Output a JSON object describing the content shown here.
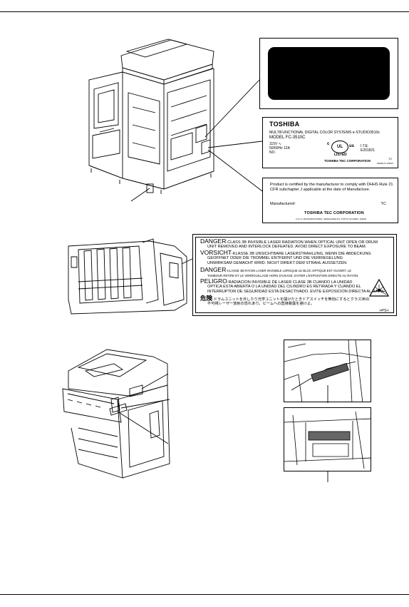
{
  "black_label": {},
  "rating_label": {
    "brand": "TOSHIBA",
    "description": "MULTIFUNCTIONAL DIGITAL COLOR SYSTEMS e-STUDIO3510c",
    "model": "MODEL FC-3510C",
    "voltage": "115V ∿",
    "frequency_current": "50/60Hz   12A",
    "number": "NO.",
    "ul_mark": "UL",
    "ul_c": "c",
    "ul_us": "us",
    "ul_listed": "LISTED",
    "te": "I.T.E.",
    "te_code": "E201821",
    "corporation": "TOSHIBA TEC CORPORATION",
    "tc": "TC",
    "tc_code": "MADE IN JAPAN"
  },
  "cert_label": {
    "text": "Product is certified by the manufacturer to comply with DHHS Rule 21 CFR subchapter J applicable at the date of Manufacture.",
    "manufactured": "Manufactured:",
    "tc": "TC",
    "corporation": "TOSHIBA TEC CORPORATION",
    "address": "2-17-2, HIGASHIGOTANDA, SHINAGAWA-KU, TOKYO 141-8664, JAPAN"
  },
  "laser_label": {
    "lines": [
      {
        "bold": "DANGER",
        "text": "-CLASS 3B INVISIBLE LASER RADIATION WHEN OPTICAL UNIT OPEN OR DRUM"
      },
      {
        "bold": "",
        "text": "UNIT REMOVED AND INTERLOCK DEFEATED. AVOID DIRECT EXPOSURE TO BEAM."
      },
      {
        "bold": "VORSICHT",
        "text": "-KLASSE 3B UNSICHTBARE LASERSTRAHLUNG, WENN DIE ABDECKUNG"
      },
      {
        "bold": "",
        "text": "GEOFFNET ODER DIE TROMMEL ENTFERNT UND DIE VERRIEGELUNG"
      },
      {
        "bold": "",
        "text": "UNWIRKSAM GEMACHT WIRD. NICHT DIREKT DEM STRAHL AUSSETZEN."
      },
      {
        "bold": "DANGER",
        "text": "-CLASSE 3B RAYON LASER INVISIBLE LORSQUE LE BLOC OPTIQUE EST OUVERT, LE"
      },
      {
        "bold": "",
        "text": "TAMBOUR RETIRE ET LE VERROUILLAGE HORS D'USAGE. EVITER L'EXPOSITION DIRECTE AU RAYON."
      },
      {
        "bold": "PELIGRO",
        "text": "-RADIACION INVISIBLE DE LASER CLASE 3B CUANDO LA UNIDAD"
      },
      {
        "bold": "",
        "text": "OPTICA ESTA ABIERTA O LA UNIDAD DEL CILINDRO ES RETIRADA Y CUANDO EL"
      },
      {
        "bold": "",
        "text": "INTERRUPTOR DE SEGURIDAD ESTA DESACTIVADO.  EVITE EXPOSICION DIRECTA AL RAYO."
      },
      {
        "bold": "危険",
        "text": "-ドラムユニットを外したり光学ユニットを開けたときドアスイッチを無効にするとクラス3Bの"
      },
      {
        "bold": "",
        "text": "不可視レーザー放射の恐れあり。ビームへの直接暴露を避けよ。"
      }
    ],
    "ps": ">PS<"
  }
}
